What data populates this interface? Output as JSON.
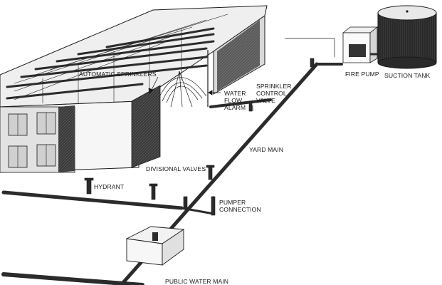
{
  "labels": {
    "automatic_sprinklers": "AUTOMATIC SPRINKLERS",
    "water_flow_alarm": [
      "WATER",
      "FLOW",
      "ALARM"
    ],
    "sprinkler_control_valve": [
      "SPRINKLER",
      "CONTROL",
      "VALVE"
    ],
    "fire_pump": "FIRE PUMP",
    "suction_tank": "SUCTION TANK",
    "yard_main": "YARD MAIN",
    "divisional_valves": "DIVISIONAL VALVES",
    "hydrant": "HYDRANT",
    "pumper_connection": [
      "PUMPER",
      "CONNECTION"
    ],
    "public_water_main": "PUBLIC WATER MAIN"
  },
  "colors": {
    "line": "#1a1a1a",
    "pipe": "#2b2b2b",
    "wall_dark": "#3a3a3a",
    "roof": "#e9e9e9",
    "tank": "#2e2e2e"
  }
}
